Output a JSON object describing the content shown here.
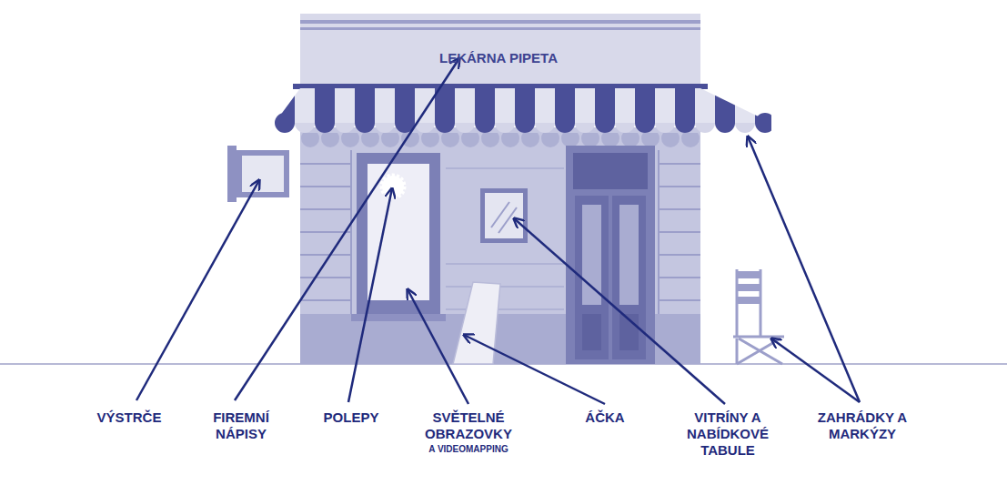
{
  "diagram": {
    "labels": [
      "LEKÁRNA PIPETA",
      "VÝSTRČE",
      "FIREMNÍ NÁPISY",
      "POLEPY",
      "SVĚTELNÉ OBRAZOVKY",
      "A VIDEOMAPPING",
      "ÁČKA",
      "VITRÍNY A NABÍDKOVÉ TABULE",
      "ZAHRÁDKY A MARKÝZY"
    ]
  }
}
